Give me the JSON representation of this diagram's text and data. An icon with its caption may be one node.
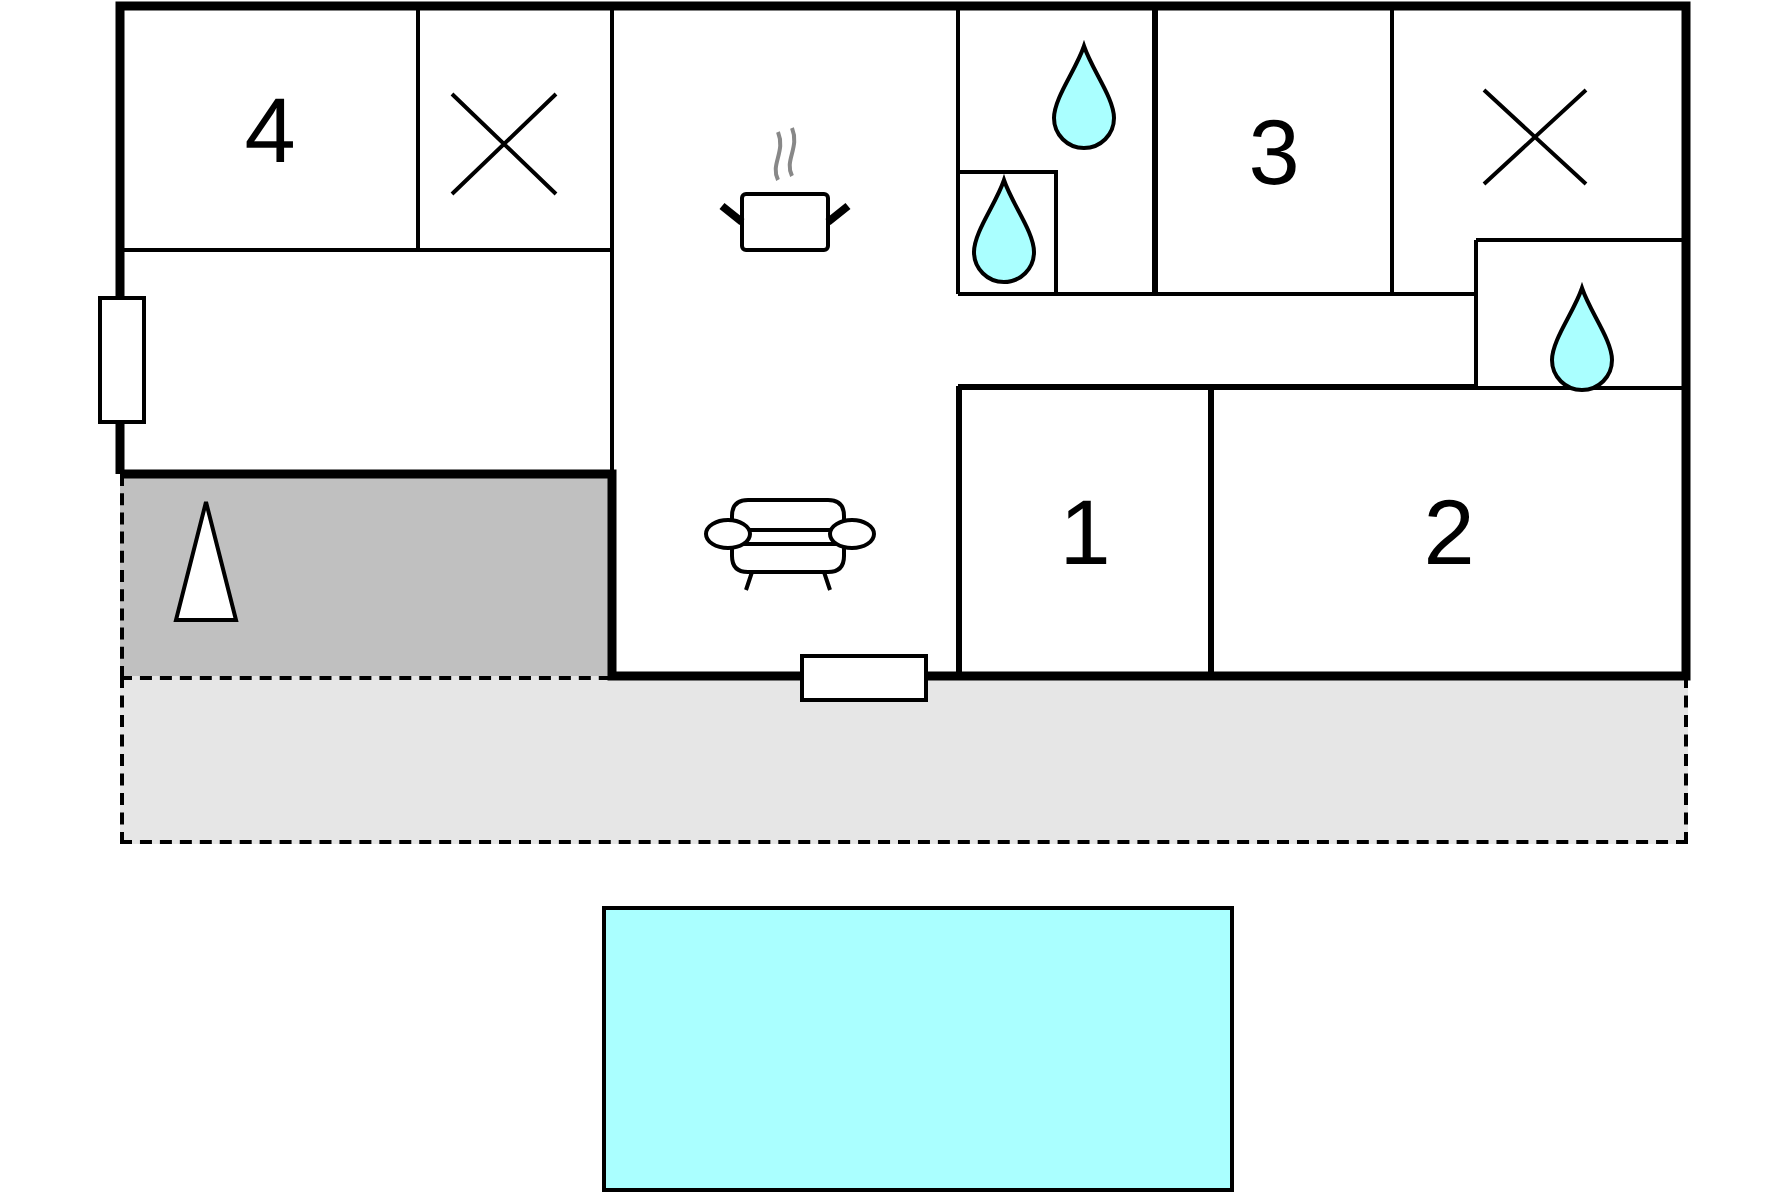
{
  "diagram": {
    "nodes": [
      {
        "text": [
          "4"
        ]
      },
      {
        "text": [
          "3"
        ]
      },
      {
        "text": [
          "1"
        ]
      },
      {
        "text": [
          "2"
        ]
      },
      {
        "text": [],
        "shape": "box"
      },
      {
        "text": [],
        "shape": "box"
      },
      {
        "text": [],
        "shape": "box"
      }
    ]
  }
}
